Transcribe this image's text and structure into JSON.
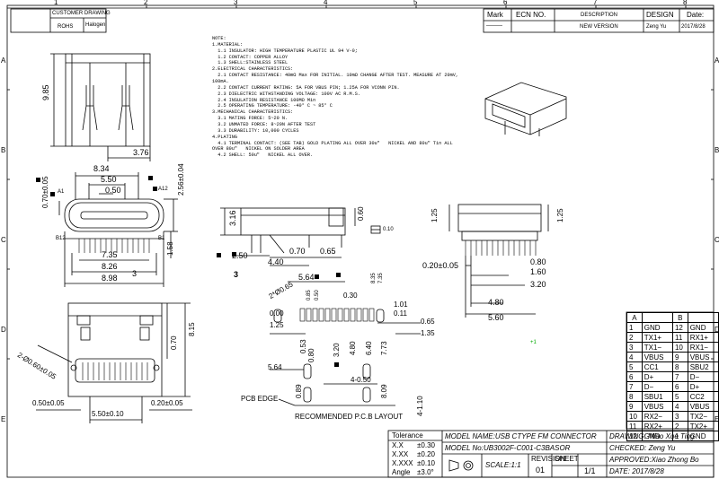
{
  "border_letters": {
    "top": [
      "1",
      "2",
      "3",
      "4",
      "5",
      "6",
      "7",
      "8"
    ],
    "side": [
      "A",
      "B",
      "C",
      "D",
      "E"
    ]
  },
  "top_left_box": {
    "customer_drawing": "CUSTOMER DRAWING",
    "halogen": "Halogen",
    "rohs": "ROHS"
  },
  "revision_table": {
    "headers": [
      "Mark",
      "ECN NO.",
      "DESCRIPTION",
      "DESIGN",
      "Date:"
    ],
    "row": [
      "———",
      "",
      "NEW VERSION",
      "Zeng Yu",
      "2017/8/28"
    ]
  },
  "notes": [
    "NOTE:",
    "1.MATERIAL:",
    "  1.1 INSULATOR: HIGH TEMPERATURE PLASTIC UL 94 V-0;",
    "  1.2 CONTACT: COPPER ALLOY",
    "  1.3 SHELL:STAINLESS STEEL",
    "2.ELECTRICAL CHARACTERISTICS:",
    "  2.1 CONTACT RESISTANCE: 40mΩ Max FOR INITIAL. 10mΩ CHANGE AFTER TEST. MEASURE AT 20mV,",
    "100mA.",
    "  2.2 CONTACT CURRENT RATING: 5A FOR VBUS PIN; 1.25A FOR VCONN PIN.",
    "  2.3 DIELECTRIC WITHSTANDING VOLTAGE: 100V AC R.M.S.",
    "  2.4 INSULATION RESISTANCE 100MΩ Min",
    "  2.5 OPERATING TEMPERATURE: -40° C ~ 85° C",
    "3.MECHANICAL CHARACTERISTICS:",
    "  3.1 MATING FORCE: 5~20 N.",
    "  3.2 UNMATED FORCE: 8~20N AFTER TEST",
    "  3.3 DURABILITY: 10,000 CYCLES",
    "4.PLATING",
    "  4.1 TERMINAL CONTACT: (SEE TAB) GOLD PLATING ALL OVER 30u\"   NICKEL AND 80u\" Tin ALL",
    "OVER 80u\"   NICKEL ON SOLDER AREA",
    "  4.2 SHELL: 50u\"   NICKEL ALL OVER."
  ],
  "dims": {
    "d985": "9.85",
    "d376": "3.76",
    "d834": "8.34",
    "d550": "5.50",
    "d050": "0.50",
    "d070_05": "0.70±0.05",
    "d256_04": "2.56±0.04",
    "a1": "A1",
    "a12": "A12",
    "b12": "B12",
    "b1": "B1",
    "d735": "7.35",
    "d826": "8.26",
    "d898": "8.98",
    "d158": "1.58",
    "d3": "3",
    "d316": "3.16",
    "d060": "0.60",
    "d010": "0.10",
    "d070b": "0.70",
    "d065": "0.65",
    "d440": "4.40",
    "d250": "2.50",
    "d564": "5.64",
    "d3b": "3",
    "d125l": "1.25",
    "d125r": "1.25",
    "d020_05": "0.20±0.05",
    "d080": "0.80",
    "d160": "1.60",
    "d320": "3.20",
    "d480": "4.80",
    "d560": "5.60",
    "d2x065": "2*Ø0.65",
    "d000": "0.00",
    "d125p": "1.25",
    "d564p": "5.64",
    "d085": "0.85",
    "d050p": "0.50",
    "d030": "0.30",
    "d835": "8.35",
    "d735p": "7.35",
    "d101": "1.01",
    "d011": "0.11",
    "d065p": "0.65",
    "d135": "1.35",
    "d053": "0.53",
    "d080p": "0.80",
    "d320p": "3.20",
    "d480p": "4.80",
    "d640": "6.40",
    "d773": "7.73",
    "d4_050": "4-0.50",
    "d089": "0.89",
    "d809": "8.09",
    "d4_110": "4-1.10",
    "pcb_edge": "PCB EDGE",
    "recommended": "RECOMMENDED P.C.B LAYOUT",
    "d2x060": "2-Ø0.60±0.05",
    "d070c": "0.70",
    "d815": "8.15",
    "d050_05": "0.50±0.05",
    "d550_10": "5.50±0.10",
    "d020_05b": "0.20±0.05"
  },
  "pin_table": {
    "headers": [
      "A",
      "",
      "B",
      ""
    ],
    "rows": [
      [
        "1",
        "GND",
        "12",
        "GND"
      ],
      [
        "2",
        "TX1+",
        "11",
        "RX1+"
      ],
      [
        "3",
        "TX1−",
        "10",
        "RX1−"
      ],
      [
        "4",
        "VBUS",
        "9",
        "VBUS"
      ],
      [
        "5",
        "CC1",
        "8",
        "SBU2"
      ],
      [
        "6",
        "D+",
        "7",
        "D−"
      ],
      [
        "7",
        "D−",
        "6",
        "D+"
      ],
      [
        "8",
        "SBU1",
        "5",
        "CC2"
      ],
      [
        "9",
        "VBUS",
        "4",
        "VBUS"
      ],
      [
        "10",
        "RX2−",
        "3",
        "TX2−"
      ],
      [
        "11",
        "RX2+",
        "2",
        "TX2+"
      ],
      [
        "12",
        "GND",
        "1",
        "GND"
      ]
    ]
  },
  "title_block": {
    "tolerance": "Tolerance",
    "tol_rows": [
      [
        "X.X",
        "±0.30"
      ],
      [
        "X.XX",
        "±0.20"
      ],
      [
        "X.XXX",
        "±0.10"
      ],
      [
        "Angle",
        "±3.0°"
      ]
    ],
    "model_name": "MODEL NAME:USB CTYPE FM CONNECTOR",
    "model_no": "MODEL No:UB3002F-C001-C3BASOR",
    "scale": "SCALE:1:1",
    "revision_label": "REVISION",
    "revision": "01",
    "sheet_label": "SHEET",
    "sheet": "1/1",
    "drawing": "DRAWING:  Miao Xue Ting",
    "checked": "CHECKED:  Zeng Yu",
    "approved": "APPROVED:Xiao Zhong Bo",
    "date": "DATE:          2017/8/28"
  }
}
